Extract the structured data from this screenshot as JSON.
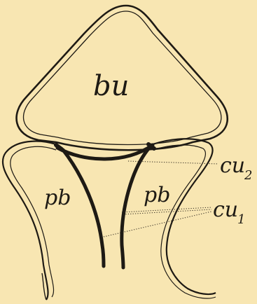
{
  "labels": {
    "bulb": "bu",
    "left_lobe": "pb",
    "right_lobe": "pb",
    "cuticle_upper": {
      "main": "cu",
      "sub": "2"
    },
    "cuticle_lower": {
      "main": "cu",
      "sub": "1"
    }
  },
  "colors": {
    "paper": "#f8e6b2",
    "ink": "#1e1a14"
  }
}
